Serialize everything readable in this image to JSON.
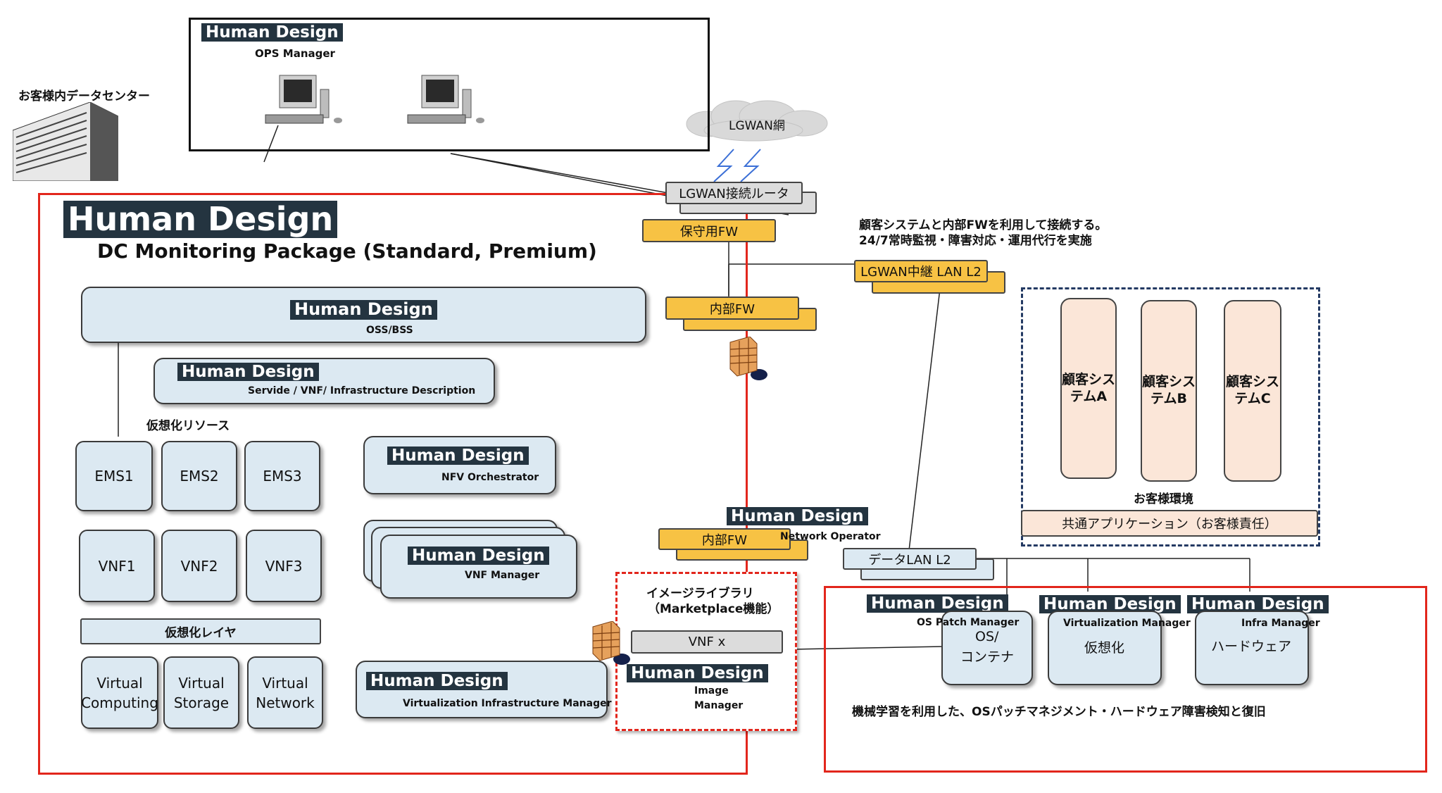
{
  "brand": "Human Design",
  "datacenter_label": "お客様内データセンター",
  "ops": {
    "sub": "OPS Manager"
  },
  "lgwan_cloud": "LGWAN網",
  "lgwan_router": "LGWAN接続ルータ",
  "maint_fw": "保守用FW",
  "inner_fw_top": "内部FW",
  "lgwan_relay": "LGWAN中継 LAN L2",
  "note_line1": "顧客システムと内部FWを利用して接続する。",
  "note_line2": "24/7常時監視・障害対応・運用代行を実施",
  "package_title": "DC Monitoring Package (Standard, Premium)",
  "oss": {
    "sub": "OSS/BSS"
  },
  "servide": {
    "sub": "Servide / VNF/ Infrastructure Description"
  },
  "virt_resources": "仮想化リソース",
  "ems": [
    "EMS1",
    "EMS2",
    "EMS3"
  ],
  "vnf": [
    "VNF1",
    "VNF2",
    "VNF3"
  ],
  "virt_layer": "仮想化レイヤ",
  "virtual": [
    [
      "Virtual",
      "Computing"
    ],
    [
      "Virtual",
      "Storage"
    ],
    [
      "Virtual",
      "Network"
    ]
  ],
  "nfvo": {
    "sub": "NFV Orchestrator"
  },
  "vnfm": {
    "sub": "VNF Manager"
  },
  "vim": {
    "sub": "Virtualization Infrastructure Manager"
  },
  "netop": {
    "sub": "Network Operator"
  },
  "inner_fw_mid": "内部FW",
  "data_lan": "データLAN L2",
  "image_lib": {
    "line1": "イメージライブラリ",
    "line2": "（Marketplace機能）",
    "vnfx": "VNF x"
  },
  "image_mgr": {
    "line1": "Image",
    "line2": "Manager"
  },
  "customer_systems": [
    [
      "顧客シス",
      "テムA"
    ],
    [
      "顧客シス",
      "テムB"
    ],
    [
      "顧客シス",
      "テムC"
    ]
  ],
  "customer_env": "お客様環境",
  "common_app": "共通アプリケーション（お客様責任）",
  "os_patch": {
    "sub": "OS Patch Manager",
    "line1": "OS/",
    "line2": "コンテナ"
  },
  "virt_mgr": {
    "sub": "Virtualization Manager",
    "line1": "仮想化"
  },
  "infra_mgr": {
    "sub": "Infra Manager",
    "line1": "ハードウェア"
  },
  "ml_note": "機械学習を利用した、OSパッチマネジメント・ハードウェア障害検知と復旧",
  "colors": {
    "red_frame": "#e2261c",
    "navy": "#243a63",
    "badge": "#243440",
    "yellow": "#f7c244",
    "light_blue": "#dce9f2",
    "peach": "#fbe6d8"
  }
}
